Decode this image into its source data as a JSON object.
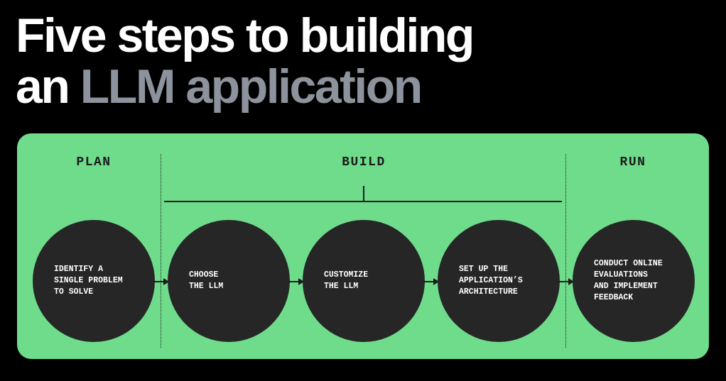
{
  "title": {
    "line1": "Five steps to building",
    "line2_prefix": "an ",
    "line2_accent": "LLM application"
  },
  "phases": {
    "plan": "PLAN",
    "build": "BUILD",
    "run": "RUN"
  },
  "steps": [
    {
      "label": "IDENTIFY A\nSINGLE PROBLEM\nTO SOLVE"
    },
    {
      "label": "CHOOSE\nTHE LLM"
    },
    {
      "label": "CUSTOMIZE\nTHE LLM"
    },
    {
      "label": "SET UP THE\nAPPLICATION’S\nARCHITECTURE"
    },
    {
      "label": "CONDUCT ONLINE\nEVALUATIONS\nAND IMPLEMENT\nFEEDBACK"
    }
  ],
  "colors": {
    "background": "#000000",
    "panel": "#6fdc8c",
    "circle": "#262626",
    "title_text": "#ffffff",
    "title_accent": "#8d939c"
  }
}
